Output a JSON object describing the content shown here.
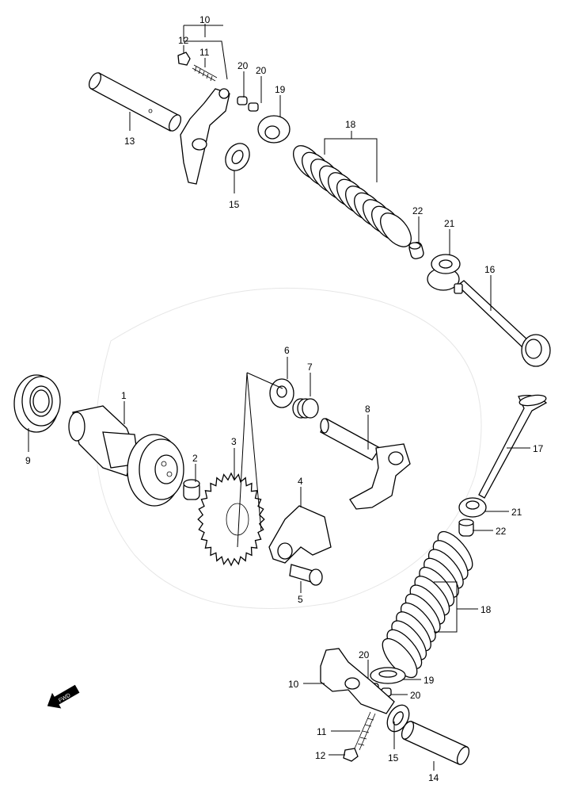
{
  "labels": {
    "top_10": "10",
    "top_12": "12",
    "top_11": "11",
    "top_20a": "20",
    "top_20b": "20",
    "top_19": "19",
    "top_18": "18",
    "top_13": "13",
    "top_15": "15",
    "top_22": "22",
    "top_21": "21",
    "top_16": "16",
    "mid_1": "1",
    "mid_9": "9",
    "mid_2": "2",
    "mid_3": "3",
    "mid_6": "6",
    "mid_7": "7",
    "mid_8": "8",
    "mid_4": "4",
    "mid_5": "5",
    "bot_17": "17",
    "bot_21": "21",
    "bot_22": "22",
    "bot_18": "18",
    "bot_20a": "20",
    "bot_19": "19",
    "bot_10": "10",
    "bot_20b": "20",
    "bot_11": "11",
    "bot_12": "12",
    "bot_15": "15",
    "bot_14": "14"
  },
  "fwd_arrow": {
    "text": "FWD",
    "icon": "fwd-arrow-icon"
  }
}
